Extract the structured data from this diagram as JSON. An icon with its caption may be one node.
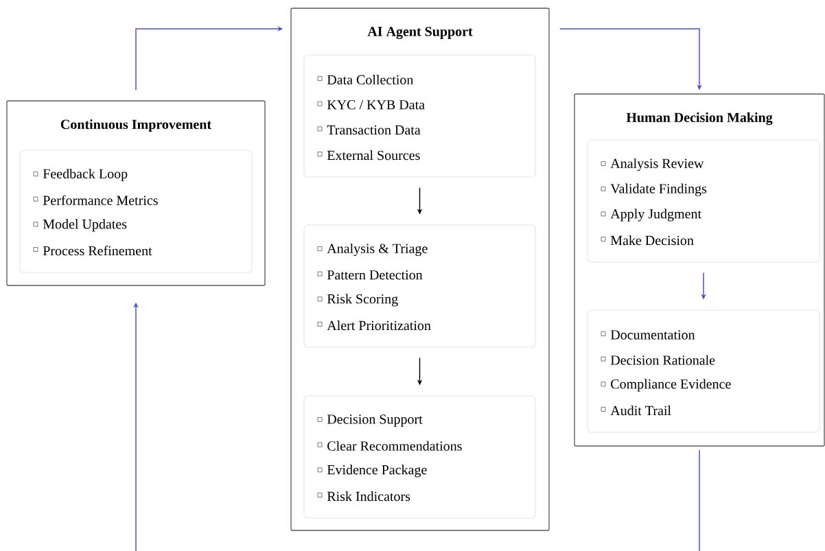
{
  "diagram": {
    "nodes": [
      {
        "text": [
          "Continuous Improvement"
        ]
      },
      {
        "text": [
          "Feedback Loop",
          "Performance Metrics",
          "Model Updates",
          "Process Refinement"
        ],
        "in": 0
      },
      {
        "text": [
          "AI Agent Support"
        ]
      },
      {
        "text": [
          "Data Collection",
          "KYC / KYB Data",
          "Transaction Data",
          "External Sources"
        ],
        "in": 2
      },
      {
        "text": [
          "Analysis & Triage",
          "Pattern Detection",
          "Risk Scoring",
          "Alert Prioritization"
        ],
        "in": 2
      },
      {
        "text": [
          "Decision Support",
          "Clear Recommendations",
          "Evidence Package",
          "Risk Indicators"
        ],
        "in": 2
      },
      {
        "text": [
          "Human Decision Making"
        ]
      },
      {
        "text": [
          "Analysis Review",
          "Validate Findings",
          "Apply Judgment",
          "Make Decision"
        ],
        "in": 6
      },
      {
        "text": [
          "Documentation",
          "Decision Rationale",
          "Compliance Evidence",
          "Audit Trail"
        ],
        "in": 6
      }
    ],
    "edges": [
      {
        "from": 0,
        "to": 2,
        "arrow": "to"
      },
      {
        "from": 2,
        "to": 6,
        "arrow": "to"
      },
      {
        "from": 3,
        "to": 4,
        "arrow": "to",
        "color": "#000000"
      },
      {
        "from": 4,
        "to": 5,
        "arrow": "to",
        "color": "#000000"
      },
      {
        "from": 7,
        "to": 8,
        "arrow": "to"
      },
      {
        "from": 6,
        "to": null,
        "arrow": "none"
      },
      {
        "from": null,
        "to": 0,
        "arrow": "to"
      }
    ]
  }
}
